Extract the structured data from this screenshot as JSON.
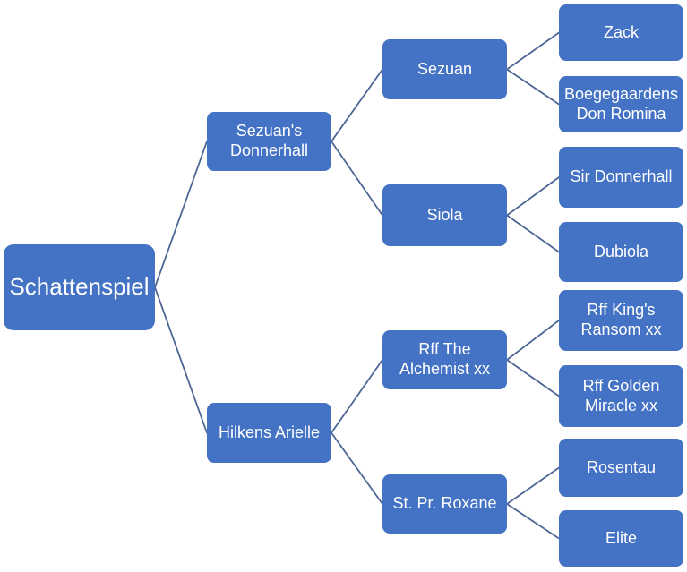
{
  "diagram": {
    "type": "horizontal-hierarchy",
    "levels": 4
  },
  "colors": {
    "box": "#4472C4",
    "text": "#FFFFFF",
    "connector": "#4C6594",
    "background": "#FFFFFF"
  },
  "nodes": {
    "schattenspiel": {
      "label": "Schattenspiel"
    },
    "sezuans_donnerhall": {
      "label": "Sezuan's Donnerhall"
    },
    "hilkens_arielle": {
      "label": "Hilkens Arielle"
    },
    "sezuan": {
      "label": "Sezuan"
    },
    "siola": {
      "label": "Siola"
    },
    "rff_the_alchemist": {
      "label": "Rff The Alchemist xx"
    },
    "st_pr_roxane": {
      "label": "St. Pr. Roxane"
    },
    "zack": {
      "label": "Zack"
    },
    "boegegaardens_don_romina": {
      "label": "Boegegaardens Don Romina"
    },
    "sir_donnerhall": {
      "label": "Sir Donnerhall"
    },
    "dubiola": {
      "label": "Dubiola"
    },
    "rff_kings_ransom": {
      "label": "Rff King's Ransom xx"
    },
    "rff_golden_miracle": {
      "label": "Rff Golden Miracle xx"
    },
    "rosentau": {
      "label": "Rosentau"
    },
    "elite": {
      "label": "Elite"
    }
  },
  "edges": [
    [
      "schattenspiel",
      "sezuans_donnerhall"
    ],
    [
      "schattenspiel",
      "hilkens_arielle"
    ],
    [
      "sezuans_donnerhall",
      "sezuan"
    ],
    [
      "sezuans_donnerhall",
      "siola"
    ],
    [
      "hilkens_arielle",
      "rff_the_alchemist"
    ],
    [
      "hilkens_arielle",
      "st_pr_roxane"
    ],
    [
      "sezuan",
      "zack"
    ],
    [
      "sezuan",
      "boegegaardens_don_romina"
    ],
    [
      "siola",
      "sir_donnerhall"
    ],
    [
      "siola",
      "dubiola"
    ],
    [
      "rff_the_alchemist",
      "rff_kings_ransom"
    ],
    [
      "rff_the_alchemist",
      "rff_golden_miracle"
    ],
    [
      "st_pr_roxane",
      "rosentau"
    ],
    [
      "st_pr_roxane",
      "elite"
    ]
  ]
}
